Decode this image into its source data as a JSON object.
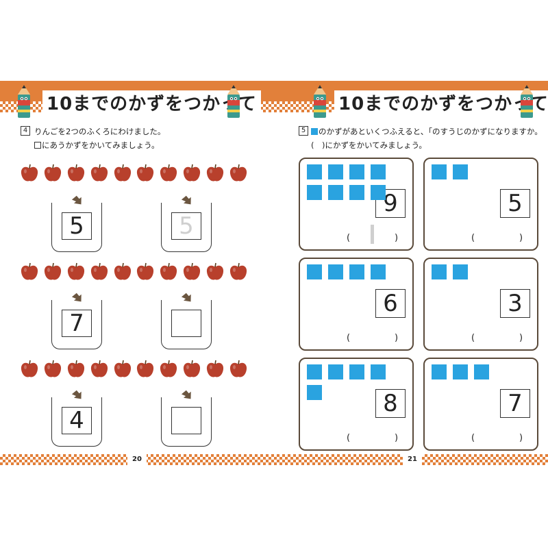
{
  "left_page": {
    "title": "10までのかずをつかって",
    "question_number": "4",
    "instruction_line1": "りんごを2つのふくろにわけました。",
    "instruction_line2": "にあうかずをかいてみましょう。",
    "page_number": "20",
    "apples_per_row": 10,
    "rows": [
      {
        "left_bag": "5",
        "right_bag": "5",
        "right_is_trace": true
      },
      {
        "left_bag": "7",
        "right_bag": "",
        "right_is_trace": false
      },
      {
        "left_bag": "4",
        "right_bag": "",
        "right_is_trace": false
      }
    ]
  },
  "right_page": {
    "title": "10までのかずをつかって",
    "question_number": "5",
    "instruction_line1": "のかずがあといくつふえると、「のすうじのかずになりますか。",
    "instruction_line2": "(　)にかずをかいてみましょう。",
    "page_number": "21",
    "paren_open": "(",
    "paren_close": ")",
    "cards": [
      {
        "squares": 8,
        "target": "9",
        "traced_answer": true
      },
      {
        "squares": 2,
        "target": "5",
        "traced_answer": false
      },
      {
        "squares": 4,
        "target": "6",
        "traced_answer": false
      },
      {
        "squares": 2,
        "target": "3",
        "traced_answer": false
      },
      {
        "squares": 5,
        "target": "8",
        "traced_answer": false
      },
      {
        "squares": 3,
        "target": "7",
        "traced_answer": false
      }
    ]
  },
  "colors": {
    "band_orange": "#e2803a",
    "apple_red": "#b8402c",
    "square_blue": "#2aa3e0",
    "card_border": "#5a4a3a"
  },
  "icons": {
    "mascot": "pencil-character-icon",
    "apple": "apple-icon",
    "bag_arrow": "down-arrow-icon"
  }
}
